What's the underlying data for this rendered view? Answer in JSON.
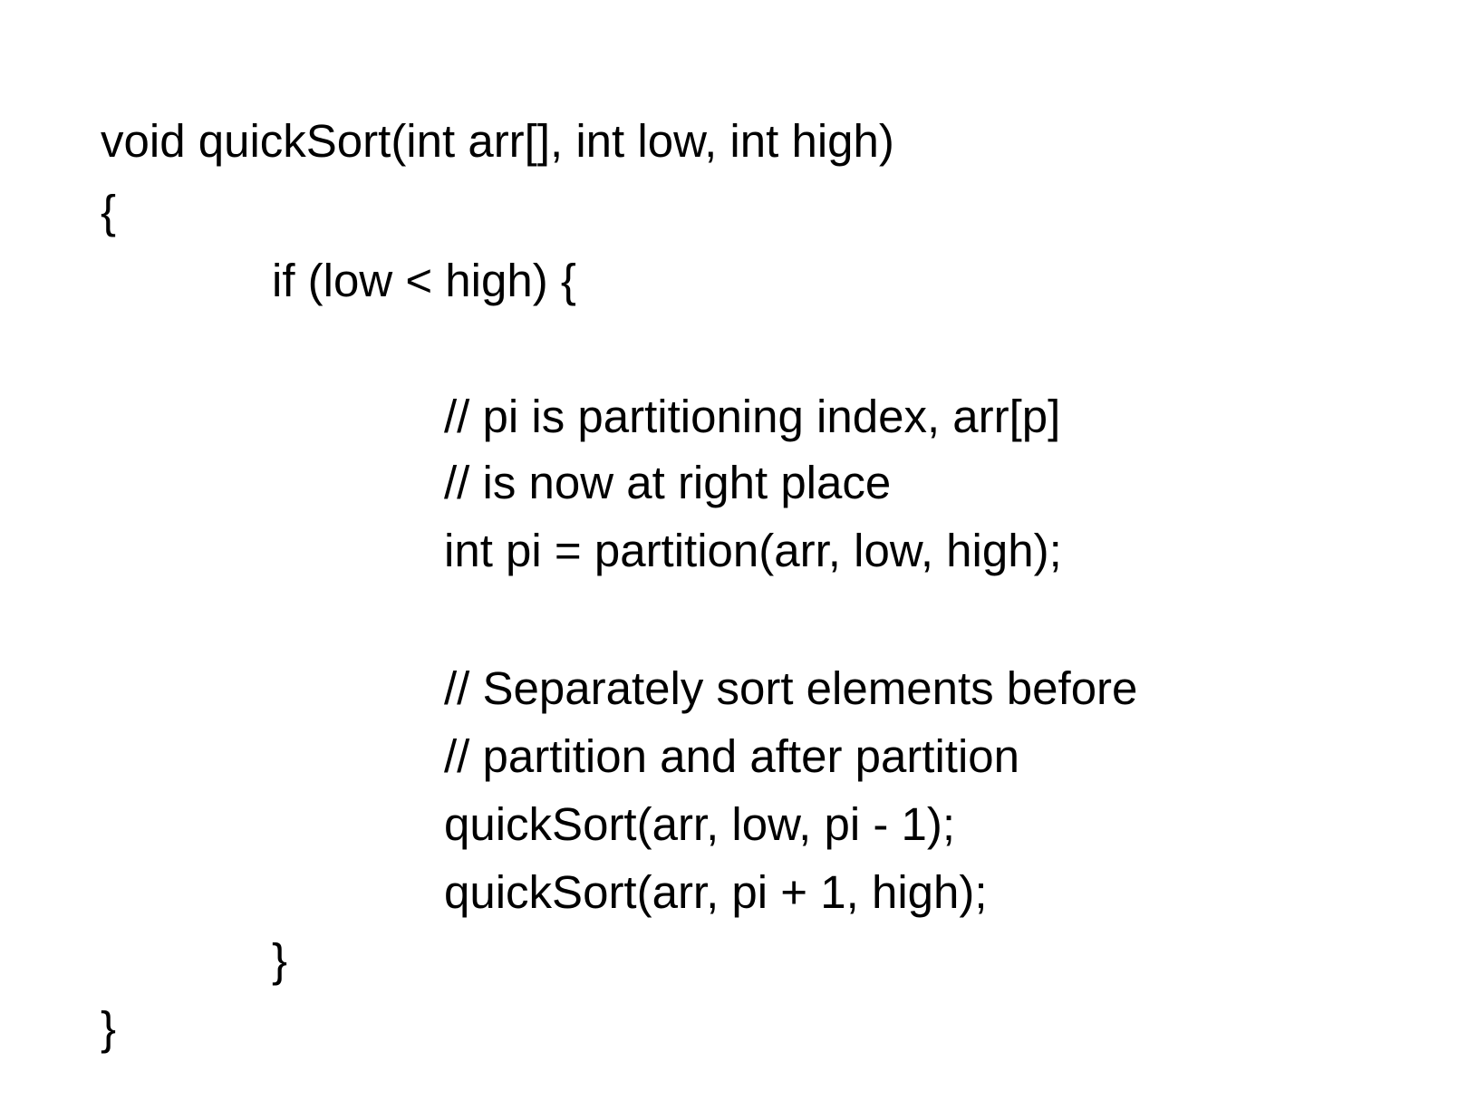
{
  "slide": {
    "background": "#ffffff",
    "text_color": "#000000",
    "lines": [
      {
        "text": "void quickSort(int arr[], int low, int high)",
        "indent": 0
      },
      {
        "text": "{",
        "indent": 0
      },
      {
        "text": "if (low < high) {",
        "indent": 1
      },
      {
        "text": "// pi is partitioning index, arr[p]",
        "indent": 2
      },
      {
        "text": "// is now at right place",
        "indent": 2
      },
      {
        "text": "int pi = partition(arr, low, high);",
        "indent": 2
      },
      {
        "text": "// Separately sort elements before",
        "indent": 2
      },
      {
        "text": "// partition and after partition",
        "indent": 2
      },
      {
        "text": "quickSort(arr, low, pi - 1);",
        "indent": 2
      },
      {
        "text": "quickSort(arr, pi + 1, high);",
        "indent": 2
      },
      {
        "text": "}",
        "indent": 1
      },
      {
        "text": "}",
        "indent": 0
      }
    ]
  }
}
